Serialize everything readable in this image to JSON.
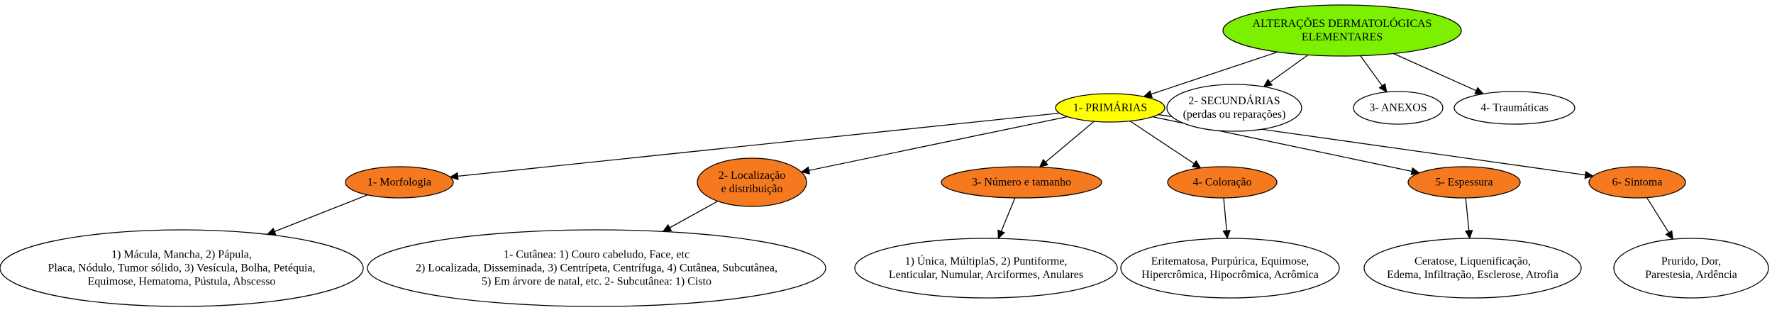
{
  "colors": {
    "root": "#7cf000",
    "primary": "#ffff00",
    "category": "#f5791f",
    "plain": "#ffffff",
    "line": "#000000"
  },
  "nodes": {
    "root": {
      "lines": [
        "ALTERAÇÕES DERMATOLÓGICAS",
        "ELEMENTARES"
      ]
    },
    "primarias": {
      "lines": [
        "1- PRIMÁRIAS"
      ]
    },
    "secundarias": {
      "lines": [
        "2- SECUNDÁRIAS",
        "(perdas ou reparações)"
      ]
    },
    "anexos": {
      "lines": [
        "3- ANEXOS"
      ]
    },
    "traumaticas": {
      "lines": [
        "4- Traumáticas"
      ]
    },
    "morfologia": {
      "lines": [
        "1- Morfologia"
      ]
    },
    "localizacao": {
      "lines": [
        "2- Localização",
        "e distribuição"
      ]
    },
    "numero": {
      "lines": [
        "3- Número e tamanho"
      ]
    },
    "coloracao": {
      "lines": [
        "4- Coloração"
      ]
    },
    "espessura": {
      "lines": [
        "5- Espessura"
      ]
    },
    "sintoma": {
      "lines": [
        "6- Sintoma"
      ]
    },
    "morfologia_detail": {
      "lines": [
        "1) Mácula, Mancha, 2) Pápula,",
        "Placa, Nódulo, Tumor sólido, 3) Vesícula, Bolha, Petéquia,",
        "Equimose, Hematoma, Pústula, Abscesso"
      ]
    },
    "localizacao_detail": {
      "lines": [
        "1- Cutânea: 1) Couro cabeludo, Face, etc",
        "2) Localizada, Disseminada, 3) Centrípeta, Centrífuga, 4) Cutânea, Subcutânea,",
        "5) Em árvore de natal, etc. 2- Subcutânea: 1) Cisto"
      ]
    },
    "numero_detail": {
      "lines": [
        "1) Única, MúltiplaS, 2) Puntiforme,",
        "Lenticular, Numular, Arciformes, Anulares"
      ]
    },
    "coloracao_detail": {
      "lines": [
        "Eritematosa, Purpúrica, Equimose,",
        "Hipercrômica, Hipocrômica, Acrômica"
      ]
    },
    "espessura_detail": {
      "lines": [
        "Ceratose, Liquenificação,",
        "Edema, Infiltração, Esclerose, Atrofia"
      ]
    },
    "sintoma_detail": {
      "lines": [
        "Prurido, Dor,",
        "Parestesia, Ardência"
      ]
    }
  },
  "edges": [
    [
      "root",
      "primarias"
    ],
    [
      "root",
      "secundarias"
    ],
    [
      "root",
      "anexos"
    ],
    [
      "root",
      "traumaticas"
    ],
    [
      "primarias",
      "morfologia"
    ],
    [
      "primarias",
      "localizacao"
    ],
    [
      "primarias",
      "numero"
    ],
    [
      "primarias",
      "coloracao"
    ],
    [
      "primarias",
      "espessura"
    ],
    [
      "primarias",
      "sintoma"
    ],
    [
      "morfologia",
      "morfologia_detail"
    ],
    [
      "localizacao",
      "localizacao_detail"
    ],
    [
      "numero",
      "numero_detail"
    ],
    [
      "coloracao",
      "coloracao_detail"
    ],
    [
      "espessura",
      "espessura_detail"
    ],
    [
      "sintoma",
      "sintoma_detail"
    ]
  ]
}
